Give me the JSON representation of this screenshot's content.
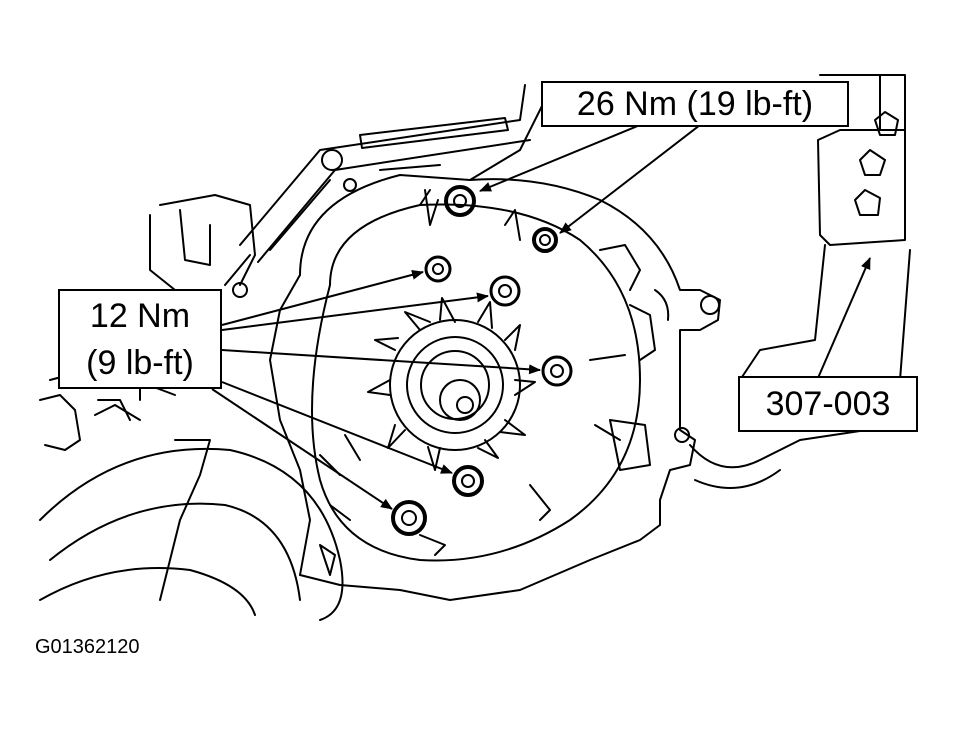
{
  "labels": {
    "torque_upper": "26 Nm (19 lb-ft)",
    "torque_lower_line1": "12 Nm",
    "torque_lower_line2": "(9 lb-ft)",
    "tool": "307-003"
  },
  "figure_id": "G01362120"
}
